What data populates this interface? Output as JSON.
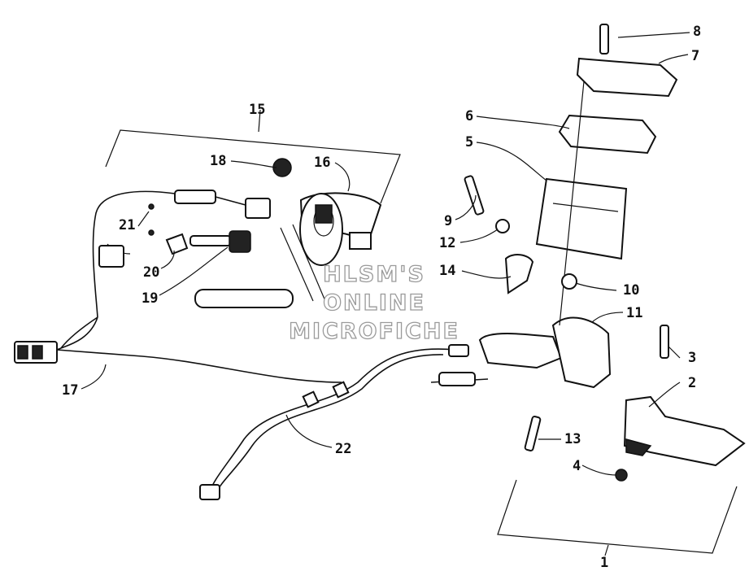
{
  "callouts": [
    "1",
    "2",
    "3",
    "4",
    "5",
    "6",
    "7",
    "8",
    "9",
    "10",
    "11",
    "12",
    "13",
    "14",
    "15",
    "16",
    "17",
    "18",
    "19",
    "20",
    "21",
    "22"
  ],
  "watermark": {
    "line1": "HLSM'S",
    "line2": "ONLINE",
    "line3": "MICROFICHE"
  }
}
